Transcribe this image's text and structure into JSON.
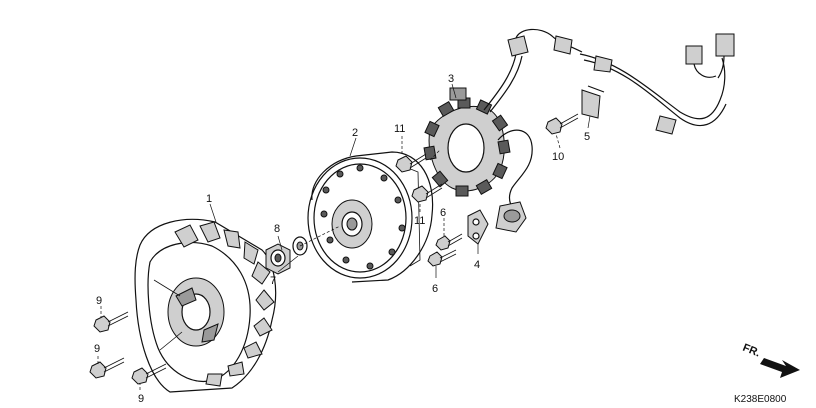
{
  "callouts": {
    "p1": "1",
    "p2": "2",
    "p3": "3",
    "p4": "4",
    "p5": "5",
    "p6a": "6",
    "p6b": "6",
    "p7": "7",
    "p8": "8",
    "p9a": "9",
    "p9b": "9",
    "p9c": "9",
    "p10": "10",
    "p11a": "11",
    "p11b": "11"
  },
  "front_indicator": "FR.",
  "diagram_code": "K238E0800",
  "colors": {
    "ink": "#111111",
    "paper": "#ffffff",
    "shade_light": "#cfcfcf",
    "shade_mid": "#9a9a9a",
    "shade_dark": "#5a5a5a"
  }
}
